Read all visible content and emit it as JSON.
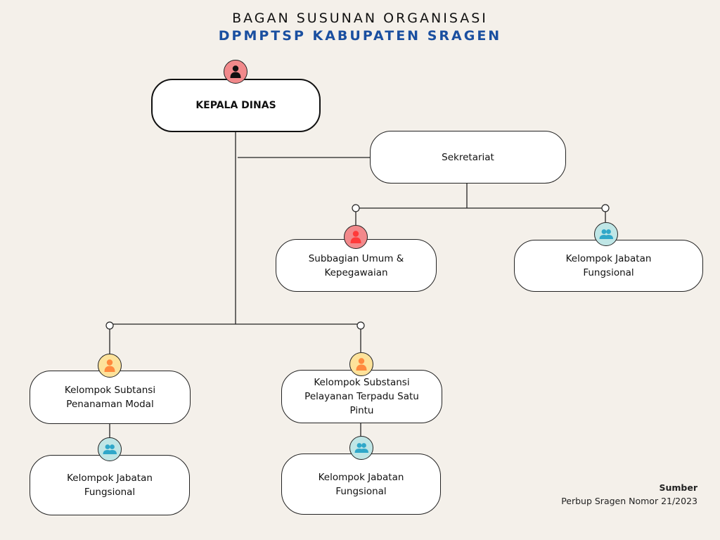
{
  "title": {
    "line1": "BAGAN SUSUNAN ORGANISASI",
    "line2": "DPMPTSP KABUPATEN SRAGEN"
  },
  "nodes": {
    "kepala": "KEPALA DINAS",
    "sekretariat": "Sekretariat",
    "subbagian": "Subbagian Umum & Kepegawaian",
    "jabatan_sekretariat": "Kelompok Jabatan Fungsional",
    "subtansi_penanaman": "Kelompok Subtansi Penanaman Modal",
    "substansi_pelayanan": "Kelompok Substansi Pelayanan Terpadu Satu Pintu",
    "jabatan_penanaman": "Kelompok Jabatan Fungsional",
    "jabatan_pelayanan": "Kelompok Jabatan Fungsional"
  },
  "source": {
    "label": "Sumber",
    "value": "Perbup Sragen Nomor 21/2023"
  },
  "colors": {
    "background": "#f4f0ea",
    "title_line2": "#1a4fa0",
    "badge_red": "#f2898b",
    "badge_red_figure": "#ff3a3a",
    "badge_yellow": "#fde29a",
    "badge_yellow_figure": "#ff8a3d",
    "badge_teal": "#bfe6e6",
    "badge_teal_figure": "#2fa7c9"
  },
  "icons": {
    "kepala": "person-icon",
    "subbagian": "person-icon",
    "subtansi": "person-icon",
    "jabatan": "people-group-icon"
  }
}
